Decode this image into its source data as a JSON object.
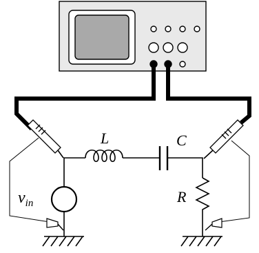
{
  "labels": {
    "inductor": "L",
    "capacitor": "C",
    "resistor": "R",
    "source_main": "v",
    "source_sub": "in"
  },
  "colors": {
    "screen": "#a9a9a9",
    "body": "#e9e9e9",
    "ink": "#000000",
    "probe": "#ffffff"
  }
}
